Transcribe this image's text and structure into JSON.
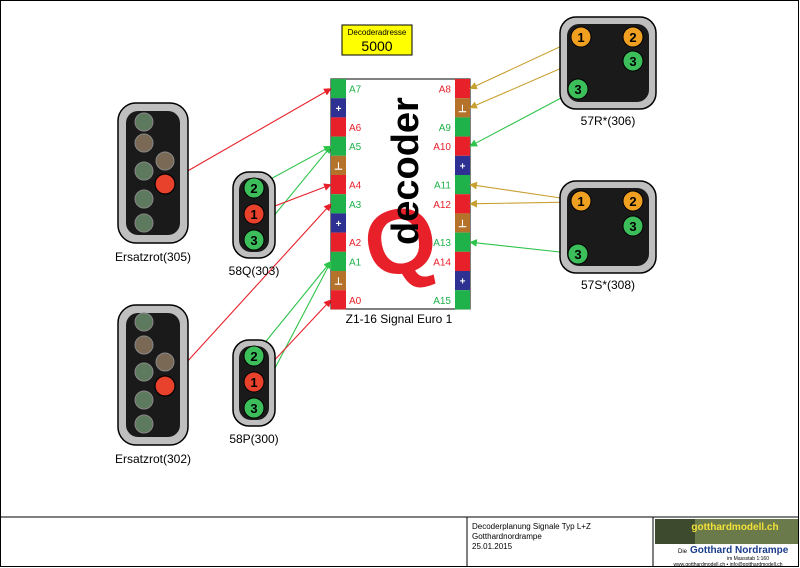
{
  "address_box": {
    "label": "Decoderadresse",
    "value": "5000"
  },
  "decoder": {
    "name": "Z1-16 Signal Euro 1",
    "logo_letter": "Q",
    "logo_text": "decoder",
    "left_pins": [
      {
        "label": "A7",
        "color": "green"
      },
      {
        "label": "+",
        "color": "blue"
      },
      {
        "label": "A6",
        "color": "red"
      },
      {
        "label": "A5",
        "color": "green"
      },
      {
        "label": "⊥",
        "color": "brown"
      },
      {
        "label": "A4",
        "color": "red"
      },
      {
        "label": "A3",
        "color": "green"
      },
      {
        "label": "+",
        "color": "blue"
      },
      {
        "label": "A2",
        "color": "red"
      },
      {
        "label": "A1",
        "color": "green"
      },
      {
        "label": "⊥",
        "color": "brown"
      },
      {
        "label": "A0",
        "color": "red"
      }
    ],
    "right_pins": [
      {
        "label": "A8",
        "color": "red"
      },
      {
        "label": "⊥",
        "color": "brown"
      },
      {
        "label": "A9",
        "color": "green"
      },
      {
        "label": "A10",
        "color": "red"
      },
      {
        "label": "+",
        "color": "blue"
      },
      {
        "label": "A11",
        "color": "green"
      },
      {
        "label": "A12",
        "color": "red"
      },
      {
        "label": "⊥",
        "color": "brown"
      },
      {
        "label": "A13",
        "color": "green"
      },
      {
        "label": "A14",
        "color": "red"
      },
      {
        "label": "+",
        "color": "blue"
      },
      {
        "label": "A15",
        "color": "green"
      }
    ]
  },
  "signals": {
    "ersatzrot_305": {
      "name": "Ersatzrot(305)"
    },
    "ersatzrot_302": {
      "name": "Ersatzrot(302)"
    },
    "sig_58q": {
      "name": "58Q(303)",
      "lamps": [
        "2",
        "1",
        "3"
      ]
    },
    "sig_58p": {
      "name": "58P(300)",
      "lamps": [
        "2",
        "1",
        "3"
      ]
    },
    "sig_57r": {
      "name": "57R*(306)",
      "lamps": [
        "1",
        "2",
        "3",
        "3"
      ]
    },
    "sig_57s": {
      "name": "57S*(308)",
      "lamps": [
        "1",
        "2",
        "3",
        "3"
      ]
    }
  },
  "footer": {
    "line1": "Decoderplanung Signale Typ L+Z",
    "line2": "Gotthardnordrampe",
    "line3": "25.01.2015",
    "logo_text": "gotthardmodell.ch",
    "tagline_prefix": "Die",
    "tagline_name": "Gotthard Nordrampe",
    "scale": "im Massstab 1:160",
    "contact": "www.gotthardmodell.ch • info@gotthardmodell.ch"
  },
  "colors": {
    "green": "#1fb24a",
    "red": "#e8202a",
    "blue": "#2e3192",
    "brown": "#b5722a",
    "lamp_green": "#3cbf5a",
    "lamp_red": "#e8412c",
    "lamp_orange": "#f0a020",
    "wire_red": "#e8202a",
    "wire_green": "#2ec34a",
    "wire_brown": "#c8a030",
    "address_bg": "#ffff00"
  }
}
